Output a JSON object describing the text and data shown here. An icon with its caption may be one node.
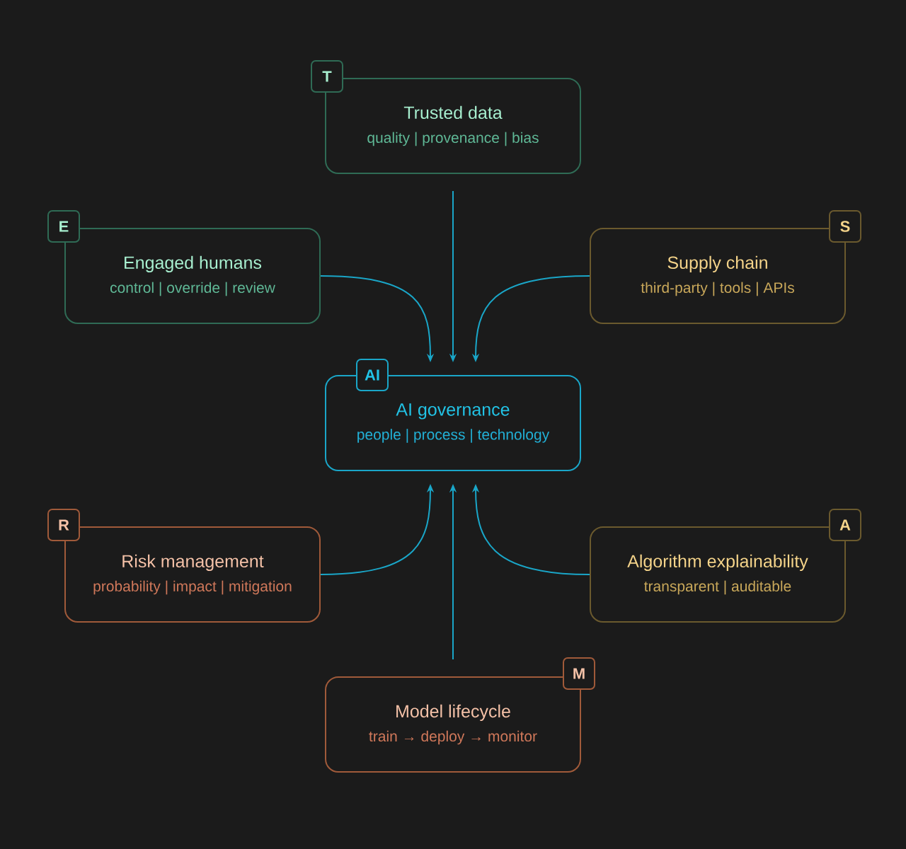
{
  "diagram": {
    "nodes": [
      {
        "text": [
          "T"
        ]
      },
      {
        "text": [
          "Trusted data",
          "quality | provenance | bias"
        ]
      },
      {
        "text": [
          "E"
        ]
      },
      {
        "text": [
          "Engaged humans",
          "control | override | review"
        ]
      },
      {
        "text": [
          "S"
        ]
      },
      {
        "text": [
          "Supply chain",
          "third-party | tools | APIs"
        ]
      },
      {
        "text": [
          "AI"
        ]
      },
      {
        "text": [
          "AI governance",
          "people | process | technology"
        ]
      },
      {
        "text": [
          "R"
        ]
      },
      {
        "text": [
          "Risk management",
          "probability | impact | mitigation"
        ]
      },
      {
        "text": [
          "A"
        ]
      },
      {
        "text": [
          "Algorithm explainability",
          "transparent | auditable"
        ]
      },
      {
        "text": [
          "M"
        ]
      },
      {
        "text": [
          "Model lifecycle",
          "train → deploy → monitor"
        ]
      }
    ],
    "edges": [
      {
        "from": 1,
        "to": 7,
        "arrow": "to"
      },
      {
        "from": 3,
        "to": 7,
        "arrow": "to"
      },
      {
        "from": 5,
        "to": 7,
        "arrow": "to"
      },
      {
        "from": 9,
        "to": 7,
        "arrow": "to"
      },
      {
        "from": 11,
        "to": 7,
        "arrow": "to"
      },
      {
        "from": 13,
        "to": 7,
        "arrow": "to"
      }
    ]
  }
}
